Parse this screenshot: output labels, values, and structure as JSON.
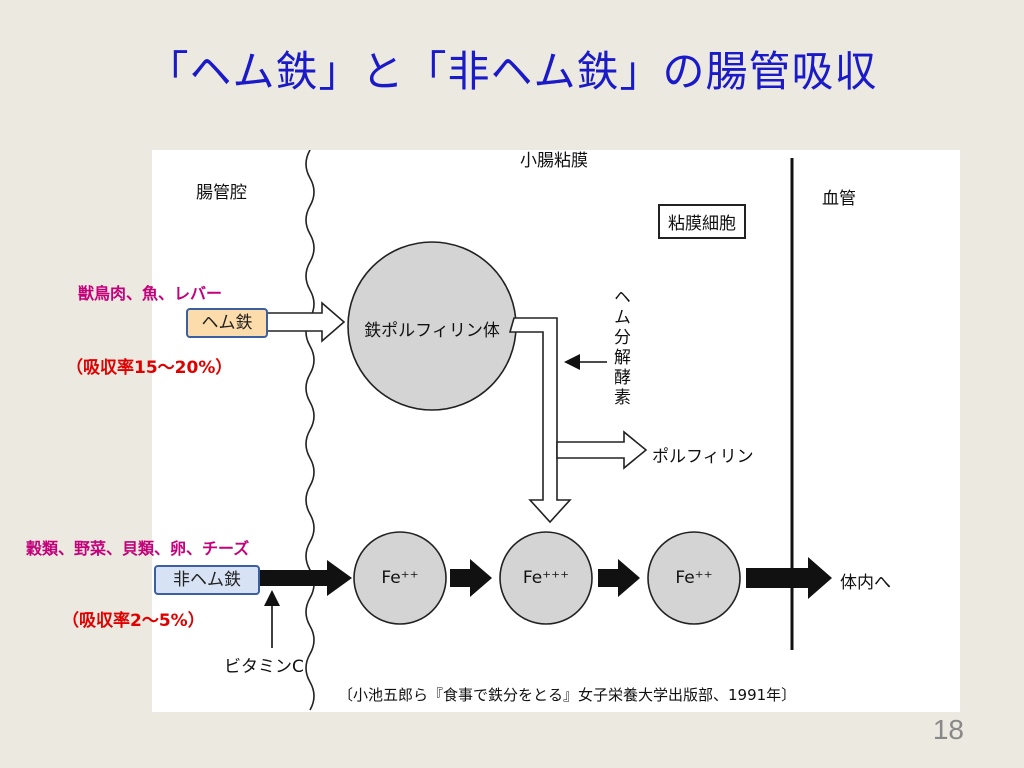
{
  "slide": {
    "title": "「ヘム鉄」と「非ヘム鉄」の腸管吸収",
    "page_number": "18"
  },
  "figure": {
    "top_label": "小腸粘膜",
    "lumen_label": "腸管腔",
    "mucosa_box": "粘膜細胞",
    "blood_label": "血管",
    "porphyrin_circle": "鉄ポルフィリン体",
    "enzyme_label": "ヘム分解酵素",
    "porphyrin_out": "ポルフィリン",
    "fe_states": [
      "Fe⁺⁺",
      "Fe⁺⁺⁺",
      "Fe⁺⁺"
    ],
    "to_body": "体内へ",
    "vitamin_c": "ビタミンC",
    "citation": "〔小池五郎ら『食事で鉄分をとる』女子栄養大学出版部、1991年〕"
  },
  "heme": {
    "label": "ヘム鉄",
    "foods": "獣鳥肉、魚、レバー",
    "rate": "（吸収率15～20%）"
  },
  "nonheme": {
    "label": "非ヘム鉄",
    "foods": "穀類、野菜、貝類、卵、チーズ",
    "rate": "（吸収率2～5%）"
  },
  "colors": {
    "title": "#1a1ac8",
    "food_text": "#c4007a",
    "rate_text": "#e00000",
    "heme_fill": "#fbdcaa",
    "nonheme_fill": "#d7e3f4",
    "circle_fill": "#d4d4d4"
  }
}
